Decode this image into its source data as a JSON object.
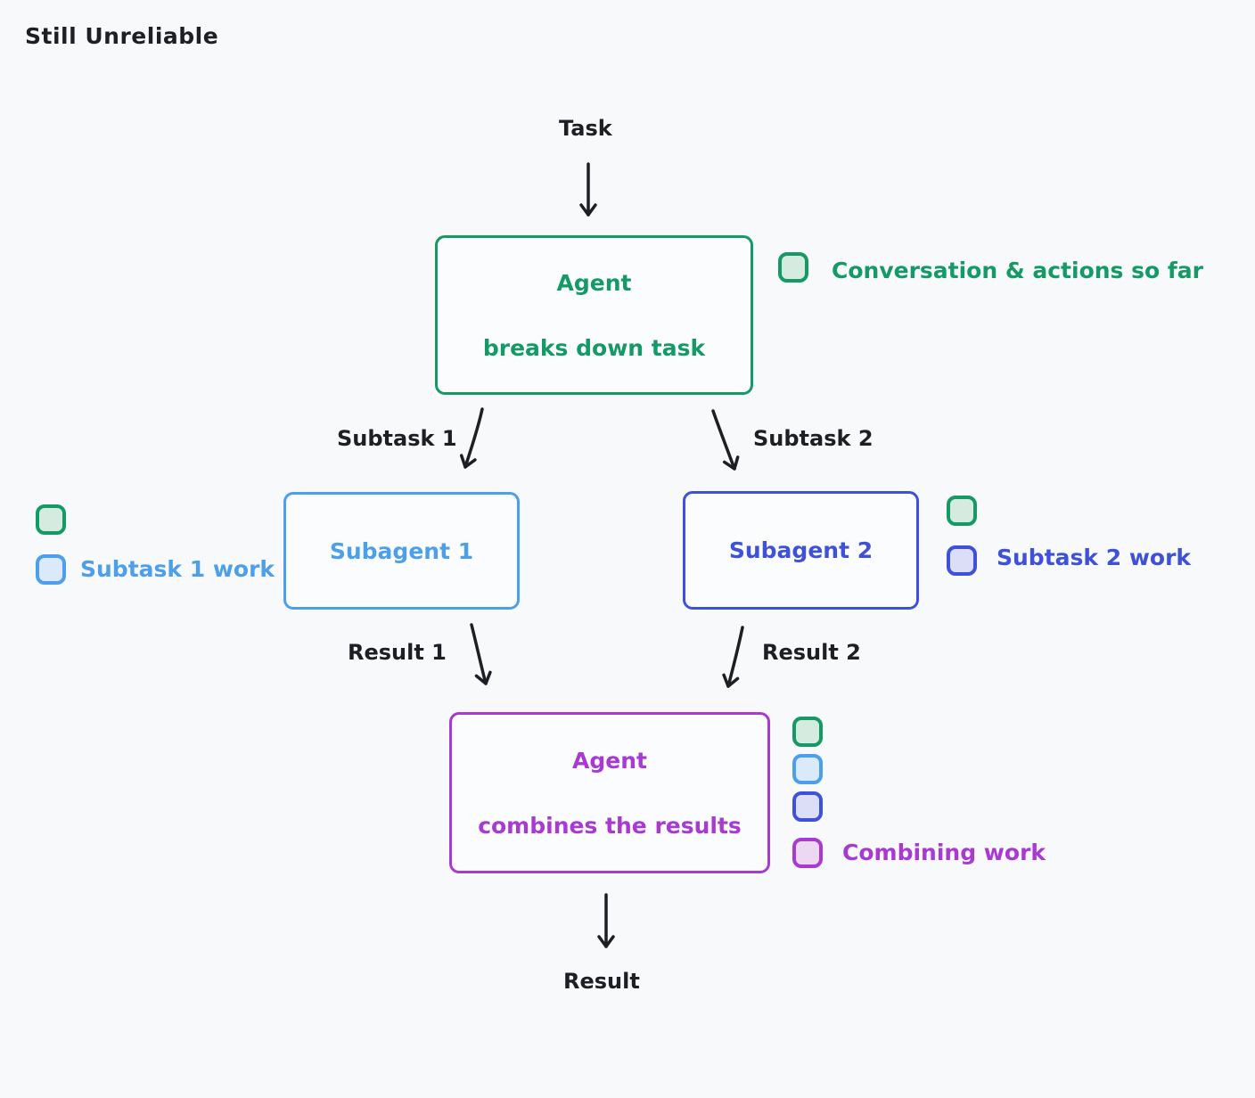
{
  "page": {
    "title": "Still Unreliable",
    "background": "#f8f9fb"
  },
  "colors": {
    "bg": "#f8f9fb",
    "ink": "#1e1f24",
    "green": "#159a66",
    "green_fill": "#d6ebdf",
    "blue": "#4d9fea",
    "blue_fill": "#daeafa",
    "indigo": "#3f51d8",
    "indigo_fill": "#dcdef8",
    "purple": "#a83ad2",
    "purple_fill": "#edd8f4"
  },
  "diagram": {
    "task_label": "Task",
    "agent_top": {
      "title": "Agent",
      "subtitle": "breaks down task"
    },
    "edge_subtask1": "Subtask 1",
    "edge_subtask2": "Subtask 2",
    "subagent1": {
      "title": "Subagent 1"
    },
    "subagent2": {
      "title": "Subagent 2"
    },
    "edge_result1": "Result 1",
    "edge_result2": "Result 2",
    "agent_bottom": {
      "title": "Agent",
      "subtitle": "combines the results"
    },
    "result_label": "Result",
    "arrows": [
      "task-to-agent",
      "agent-to-subagent1",
      "agent-to-subagent2",
      "subagent1-to-combiner",
      "subagent2-to-combiner",
      "combiner-to-result"
    ]
  },
  "legends": {
    "conversation": {
      "label": "Conversation & actions so far",
      "chips": [
        "green"
      ]
    },
    "subtask1": {
      "label": "Subtask 1 work",
      "chips": [
        "green",
        "blue"
      ]
    },
    "subtask2": {
      "label": "Subtask 2 work",
      "chips": [
        "green",
        "indigo"
      ]
    },
    "combining": {
      "label": "Combining work",
      "chips": [
        "green",
        "blue",
        "indigo",
        "purple"
      ]
    }
  }
}
